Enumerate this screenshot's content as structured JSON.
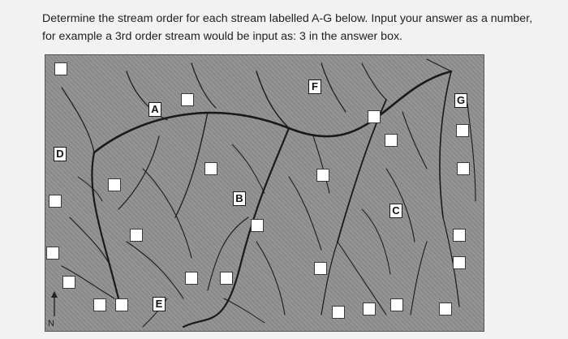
{
  "question": {
    "line1": "Determine the stream order for each stream labelled A-G below. Input your answer as a number,",
    "line2": "for example a 3rd order stream would be input as: 3 in the answer box."
  },
  "map": {
    "labels": {
      "A": "A",
      "B": "B",
      "C": "C",
      "D": "D",
      "E": "E",
      "F": "F",
      "G": "G"
    },
    "north": "N"
  }
}
